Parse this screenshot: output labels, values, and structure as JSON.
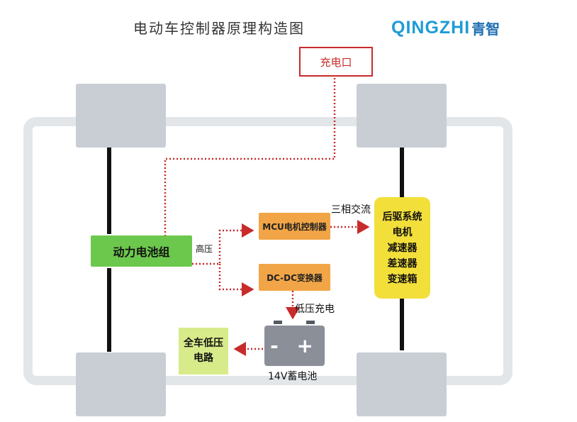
{
  "title": "电动车控制器原理构造图",
  "logo": {
    "latin": "QINGZHI",
    "chinese": "青智"
  },
  "nodes": {
    "charge_port": "充电口",
    "battery_pack": "动力电池组",
    "mcu": "MCU电机控制器",
    "dcdc": "DC-DC变换器",
    "rear_drive": [
      "后驱系统",
      "电机",
      "减速器",
      "差速器",
      "变速箱"
    ],
    "low_voltage_circuit": [
      "全车低压",
      "电路"
    ],
    "battery_symbol": "- +",
    "battery_12v": "14V蓄电池"
  },
  "edge_labels": {
    "high_voltage": "高压",
    "three_phase": "三相交流",
    "low_voltage_charge": "低压充电"
  },
  "colors": {
    "connector": "#c72b2b",
    "battery_pack": "#6cc84d",
    "converter": "#f2a546",
    "rear_drive": "#f3df3a",
    "low_circuit": "#d8eb8a",
    "wheel": "#c8ced4",
    "chassis": "#e3e6e9"
  }
}
